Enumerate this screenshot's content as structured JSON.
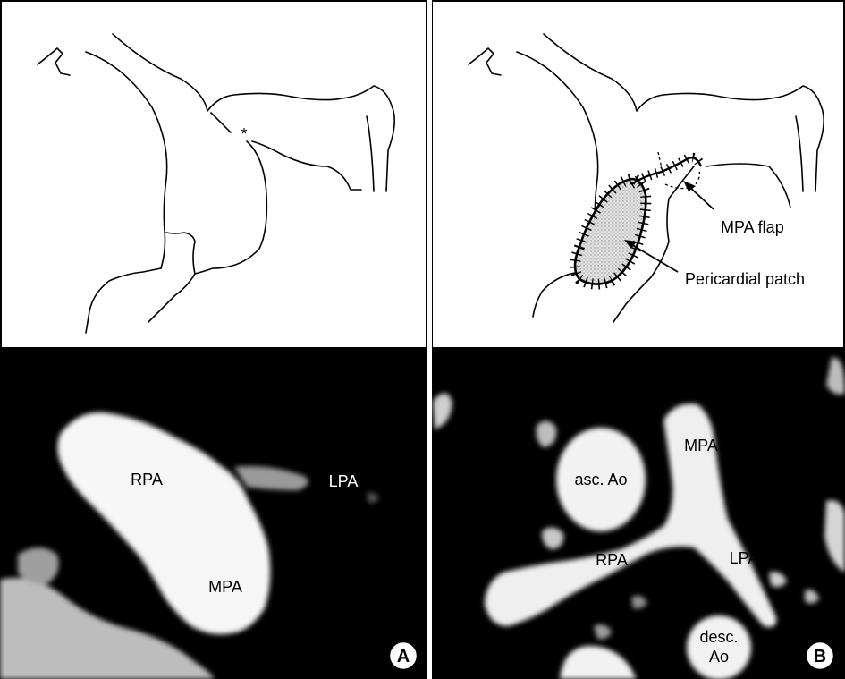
{
  "diagram_a": {
    "asterisk": "*"
  },
  "diagram_b": {
    "mpa_flap_label": "MPA flap",
    "pericardial_patch_label": "Pericardial patch"
  },
  "ct_a": {
    "rpa": "RPA",
    "lpa": "LPA",
    "mpa": "MPA",
    "panel_letter": "A"
  },
  "ct_b": {
    "asc_ao": "asc. Ao",
    "mpa": "MPA",
    "rpa": "RPA",
    "lpa": "LPA",
    "desc_ao_line1": "desc.",
    "desc_ao_line2": "Ao",
    "panel_letter": "B"
  },
  "colors": {
    "background": "#ffffff",
    "ct_background": "#000000",
    "vessel_fill": "#ffffff",
    "patch_fill": "#c8c8c8"
  }
}
